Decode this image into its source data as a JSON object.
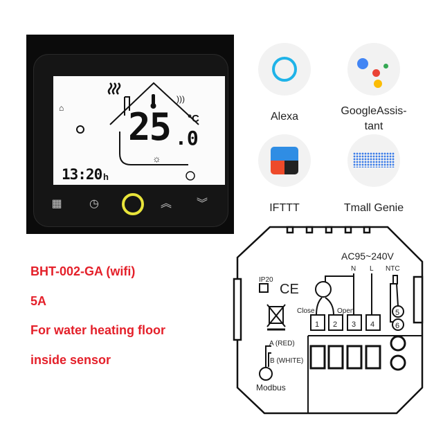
{
  "device": {
    "temperature": "25",
    "temperature_decimal": ".0",
    "unit": "°C",
    "time": "13:20",
    "time_suffix": "h",
    "ring_color": "#e8e43a",
    "buttons": [
      "menu-icon",
      "clock-icon",
      "power-icon",
      "chevron-up-icon",
      "chevron-down-icon"
    ]
  },
  "apps": [
    {
      "name": "Alexa",
      "icon": "alexa-icon"
    },
    {
      "name_line1": "GoogleAssis-",
      "name_line2": "tant",
      "icon": "google-assistant-icon"
    },
    {
      "name": "IFTTT",
      "icon": "ifttt-icon"
    },
    {
      "name": "Tmall Genie",
      "icon": "tmall-genie-icon"
    }
  ],
  "product": {
    "model": "BHT-002-GA (wifi)",
    "current": "5A",
    "usage": "For water heating floor",
    "sensor": "inside sensor",
    "text_color": "#e4202a"
  },
  "wiring": {
    "voltage": "AC95~240V",
    "n": "N",
    "l": "L",
    "ntc": "NTC",
    "ip": "IP20",
    "ce": "CE",
    "close": "Close",
    "open": "Open",
    "terminals": [
      "1",
      "2",
      "3",
      "4",
      "5",
      "6"
    ],
    "a_wire": "A (RED)",
    "b_wire": "B (WHITE)",
    "modbus": "Modbus"
  }
}
